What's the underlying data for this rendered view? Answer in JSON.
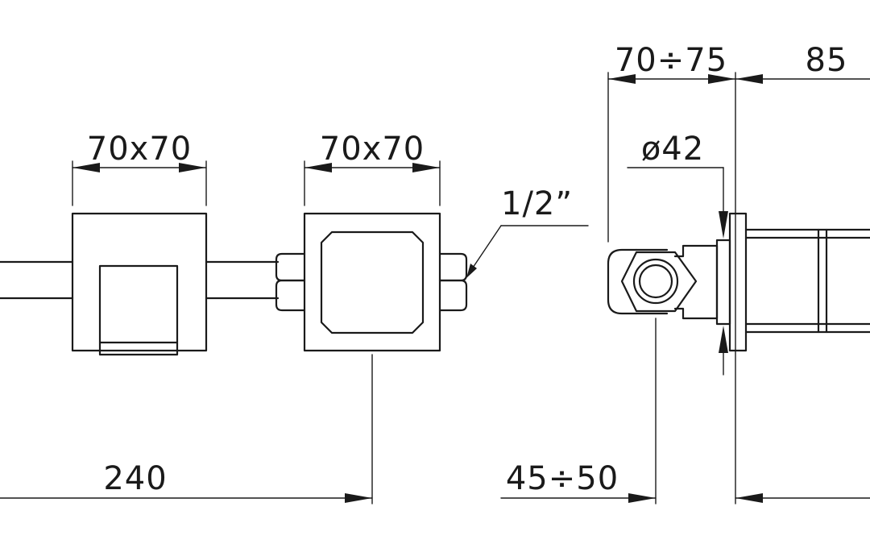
{
  "labels": {
    "box1_size": "70x70",
    "box2_size": "70x70",
    "thread": "1/2”",
    "depth_range": "70÷75",
    "projection": "85",
    "diameter": "ø42",
    "spacing": "240",
    "wall_offset": "45÷50"
  }
}
